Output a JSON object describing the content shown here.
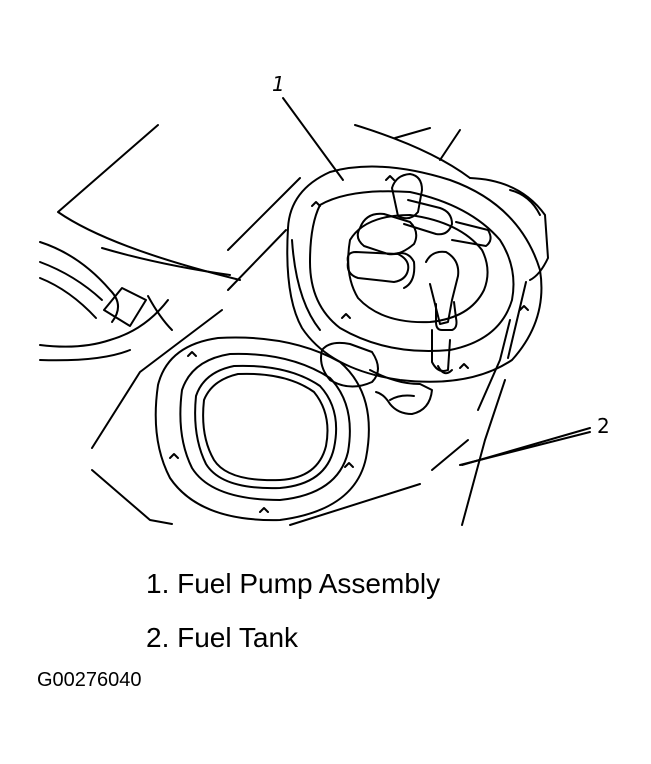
{
  "callouts": {
    "one": "1",
    "two": "2"
  },
  "legend": [
    {
      "text": "1. Fuel Pump Assembly"
    },
    {
      "text": "2. Fuel Tank"
    }
  ],
  "figure_id": "G00276040",
  "colors": {
    "line": "#000000",
    "background": "#ffffff"
  }
}
